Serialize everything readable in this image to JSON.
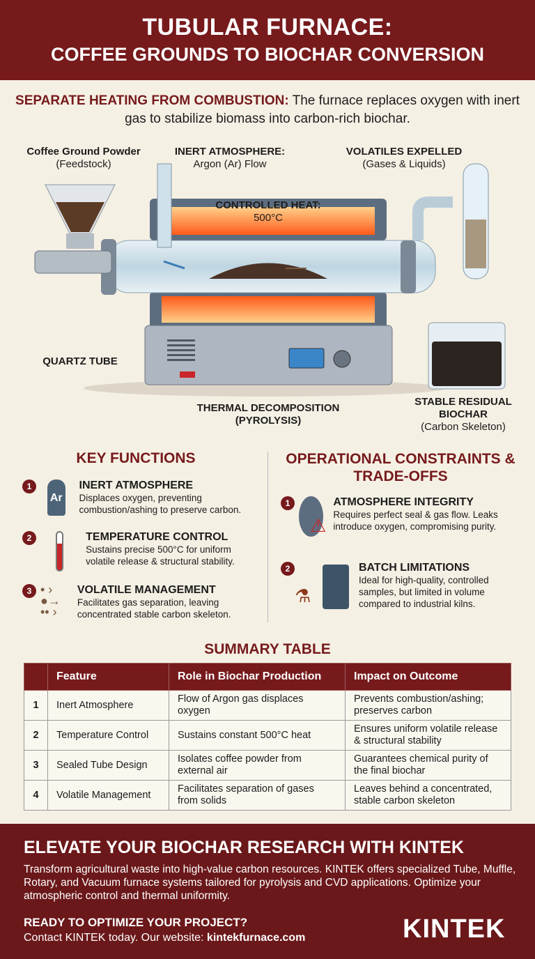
{
  "header": {
    "line1": "TUBULAR FURNACE:",
    "line2": "COFFEE GROUNDS TO BIOCHAR CONVERSION"
  },
  "intro": {
    "lead": "SEPARATE HEATING FROM COMBUSTION:",
    "text": " The furnace replaces oxygen with inert gas to stabilize biomass into carbon-rich biochar."
  },
  "diagram": {
    "feedstock": {
      "title": "Coffee Ground Powder",
      "sub": "(Feedstock)"
    },
    "inert": {
      "title": "INERT ATMOSPHERE:",
      "sub": "Argon (Ar) Flow"
    },
    "volatiles": {
      "title": "VOLATILES EXPELLED",
      "sub": "(Gases & Liquids)"
    },
    "heat": {
      "title": "CONTROLLED HEAT:",
      "sub": "500°C"
    },
    "quartz": {
      "title": "QUARTZ TUBE"
    },
    "pyrolysis": {
      "title": "THERMAL DECOMPOSITION",
      "sub": "(PYROLYSIS)"
    },
    "biochar": {
      "title": "STABLE RESIDUAL BIOCHAR",
      "sub": "(Carbon Skeleton)"
    },
    "argon_symbol": "Ar"
  },
  "key_functions": {
    "title": "KEY FUNCTIONS",
    "items": [
      {
        "num": "1",
        "title": "INERT ATMOSPHERE",
        "desc": "Displaces oxygen, preventing combustion/ashing to preserve carbon.",
        "icon": "gas-cylinder-icon"
      },
      {
        "num": "2",
        "title": "TEMPERATURE CONTROL",
        "desc": "Sustains precise 500°C for uniform volatile release & structural stability.",
        "icon": "thermometer-icon"
      },
      {
        "num": "3",
        "title": "VOLATILE MANAGEMENT",
        "desc": "Facilitates gas separation, leaving concentrated stable carbon skeleton.",
        "icon": "particles-arrows-icon"
      }
    ]
  },
  "constraints": {
    "title": "OPERATIONAL CONSTRAINTS & TRADE-OFFS",
    "items": [
      {
        "num": "1",
        "title": "ATMOSPHERE INTEGRITY",
        "desc": "Requires perfect seal & gas flow. Leaks introduce oxygen, compromising purity.",
        "icon": "broken-seal-warning-icon"
      },
      {
        "num": "2",
        "title": "BATCH LIMITATIONS",
        "desc": "Ideal for high-quality, controlled samples, but limited in volume compared to industrial kilns.",
        "icon": "flask-barrel-icon"
      }
    ]
  },
  "summary": {
    "title": "SUMMARY TABLE",
    "headers": [
      "",
      "Feature",
      "Role in Biochar Production",
      "Impact on Outcome"
    ],
    "rows": [
      [
        "1",
        "Inert Atmosphere",
        "Flow of Argon gas displaces oxygen",
        "Prevents combustion/ashing; preserves carbon"
      ],
      [
        "2",
        "Temperature Control",
        "Sustains constant 500°C heat",
        "Ensures uniform volatile release & structural stability"
      ],
      [
        "3",
        "Sealed Tube Design",
        "Isolates coffee powder from external air",
        "Guarantees chemical purity of the final biochar"
      ],
      [
        "4",
        "Volatile Management",
        "Facilitates separation of gases from solids",
        "Leaves behind a concentrated, stable carbon skeleton"
      ]
    ]
  },
  "footer": {
    "title": "ELEVATE YOUR BIOCHAR RESEARCH WITH KINTEK",
    "body": "Transform agricultural waste into high-value carbon resources. KINTEK offers specialized Tube, Muffle, Rotary, and Vacuum furnace systems tailored for pyrolysis and CVD applications. Optimize your atmospheric control and thermal uniformity.",
    "cta": "READY TO OPTIMIZE YOUR PROJECT?",
    "contact": "Contact KINTEK today. Our website: ",
    "website": "kintekfurnace.com",
    "logo": "KINTEK"
  },
  "colors": {
    "brand": "#761a1c",
    "background": "#f5f0e4",
    "heat": "#ff7a2a"
  }
}
